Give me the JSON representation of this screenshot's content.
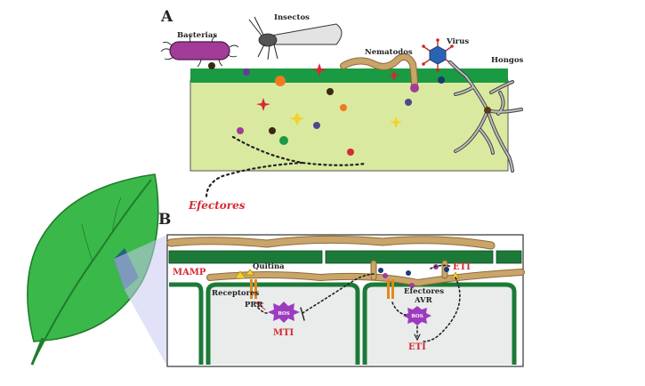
{
  "colors": {
    "leaf": "#3bb84a",
    "leaf_dark": "#1f7d2c",
    "tissue": "#d9eaa0",
    "epidermis": "#1a9a42",
    "hypha": "#c9a56b",
    "hypha_stroke": "#8f6b32",
    "bacteria": "#a23c98",
    "virus": "#2b63b4",
    "red": "#d42a35",
    "ros": "#9d3bbf",
    "cell_fill": "#e9ecea",
    "cell_wall": "#1c7a38"
  },
  "panel_a": {
    "letter": "A",
    "labels": {
      "bacterias": "Bacterias",
      "insectos": "Insectos",
      "nematodos": "Nematodos",
      "virus": "Virus",
      "hongos": "Hongos",
      "efectores": "Efectores"
    }
  },
  "panel_b": {
    "letter": "B",
    "labels": {
      "mamp": "MAMP",
      "quitina": "Quitina",
      "receptores": "Receptores",
      "prr": "PRR",
      "ros_left": "ROS",
      "mti": "MTI",
      "efectores": "Efectores",
      "avr": "AVR",
      "ros_right": "ROS",
      "eti_top": "ETI",
      "eti_bottom": "ETI"
    }
  }
}
